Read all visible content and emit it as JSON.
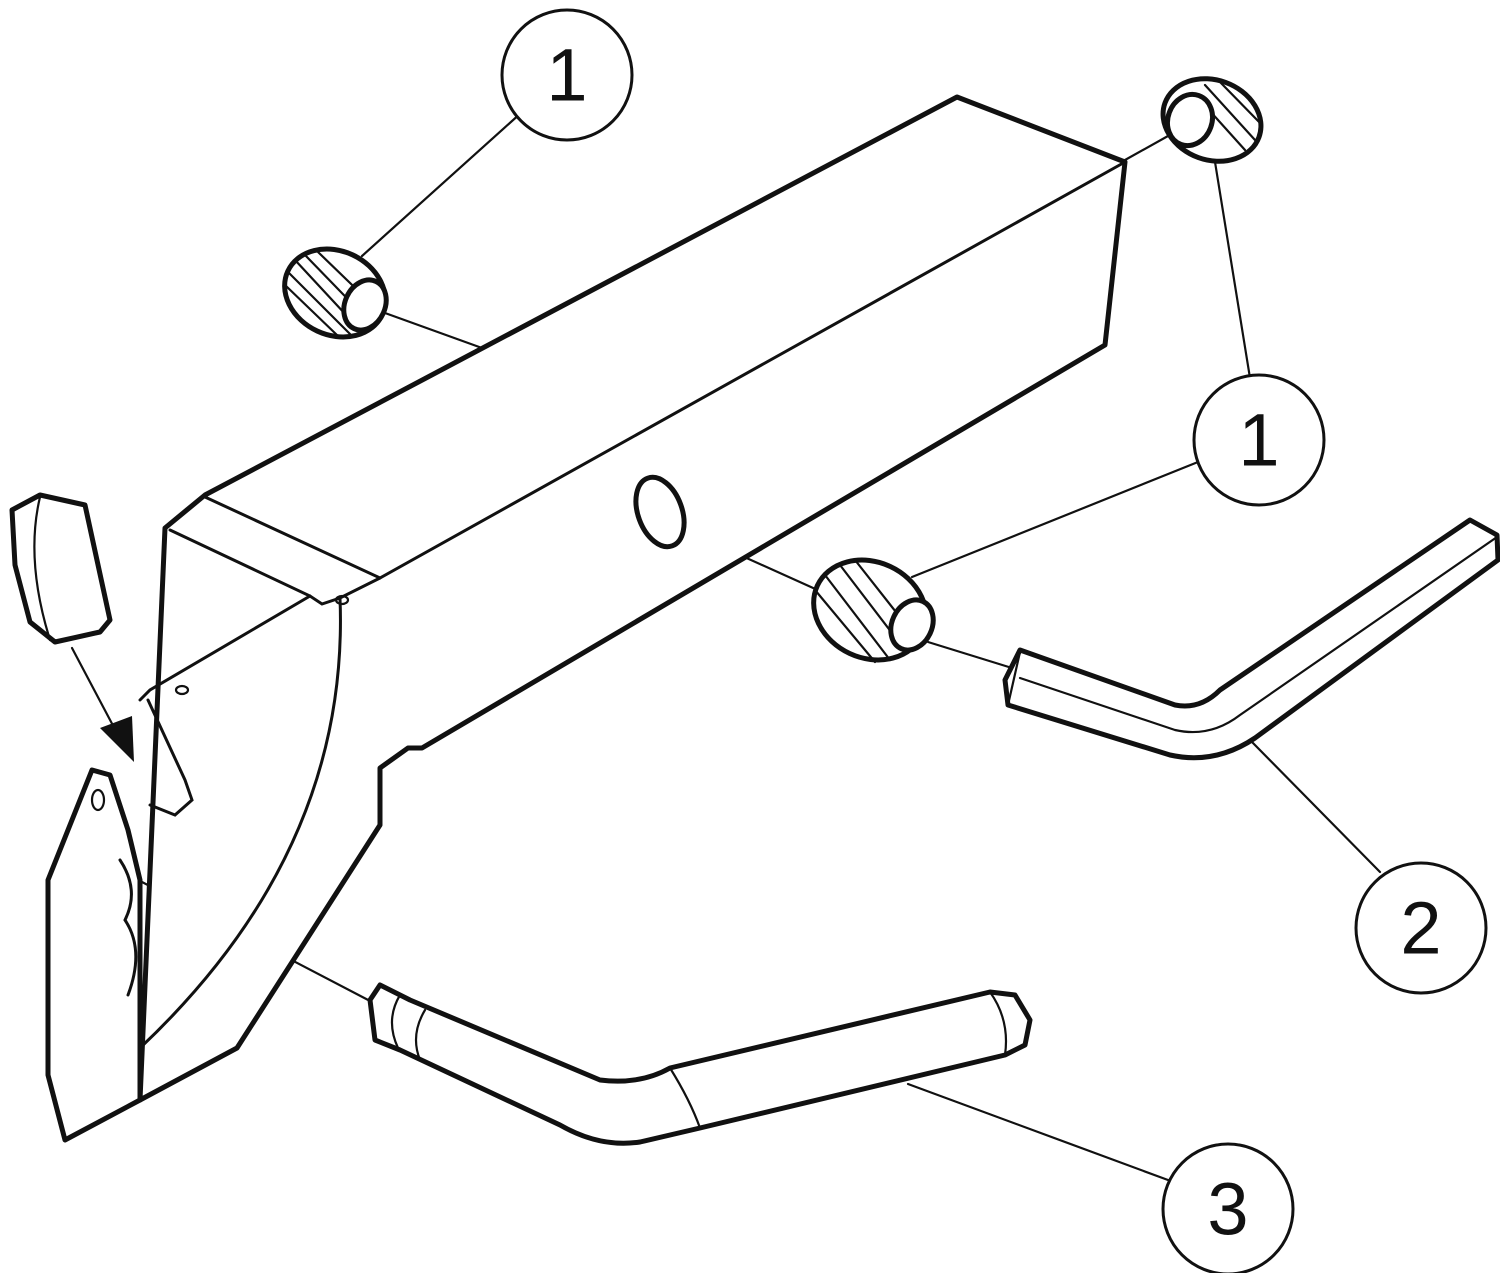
{
  "diagram": {
    "type": "exploded parts drawing",
    "callouts": [
      {
        "id": "c1a",
        "label": "1"
      },
      {
        "id": "c1b",
        "label": "1"
      },
      {
        "id": "c2",
        "label": "2"
      },
      {
        "id": "c3",
        "label": "3"
      }
    ]
  }
}
